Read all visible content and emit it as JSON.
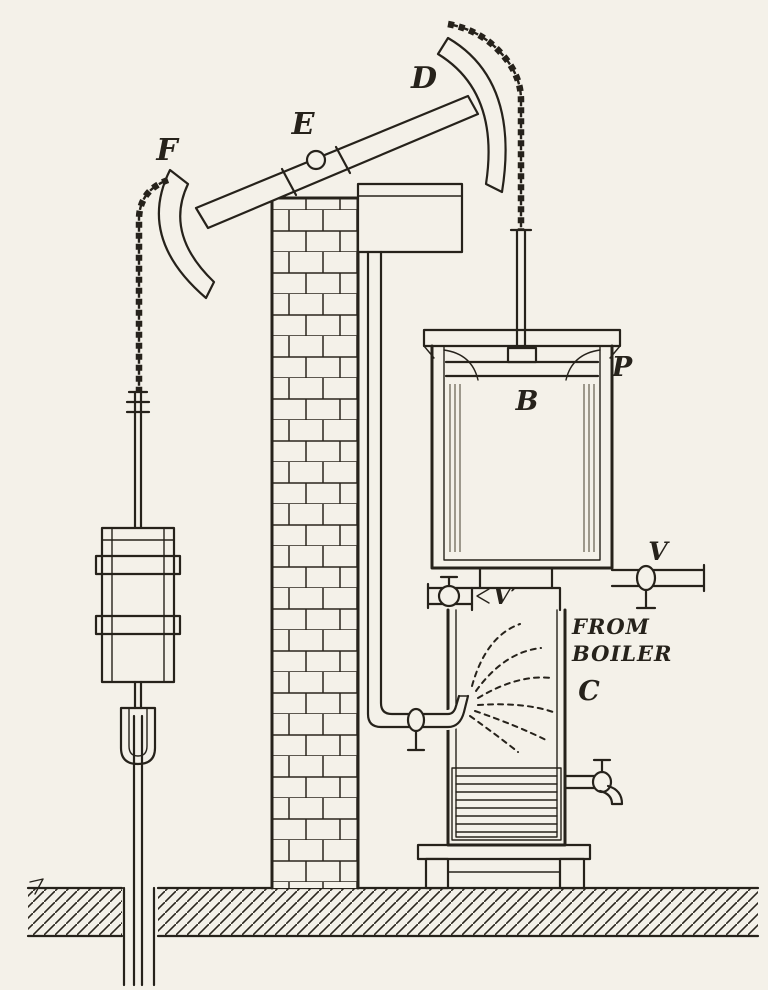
{
  "figure": {
    "labels": {
      "beam_end_right": "D",
      "beam_pivot": "E",
      "beam_end_left": "F",
      "piston": "P",
      "cylinder": "B",
      "steam_valve": "V",
      "injection_valve": "V′",
      "condenser": "C"
    },
    "annotations": {
      "from_boiler_line1": "FROM",
      "from_boiler_line2": "BOILER"
    },
    "colors": {
      "ink": "#26221b",
      "paper": "#f4f1e9"
    }
  }
}
